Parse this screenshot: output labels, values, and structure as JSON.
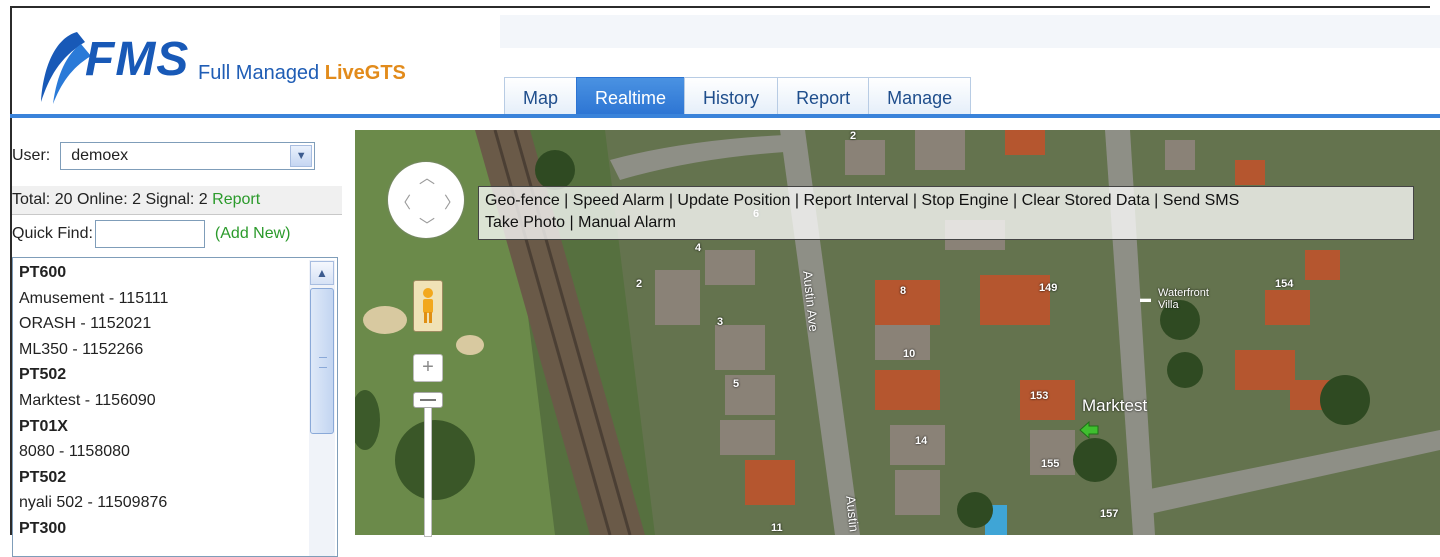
{
  "header": {
    "logo_text": "FMS",
    "tagline_prefix": "Full Managed",
    "tagline_brand": "LiveGTS"
  },
  "tabs": [
    {
      "label": "Map",
      "active": false
    },
    {
      "label": "Realtime",
      "active": true
    },
    {
      "label": "History",
      "active": false
    },
    {
      "label": "Report",
      "active": false
    },
    {
      "label": "Manage",
      "active": false
    }
  ],
  "sidebar": {
    "user_label": "User:",
    "user_value": "demoex",
    "stats": {
      "total": "Total: 20",
      "online": "Online: 2",
      "signal": "Signal: 2",
      "report_link": "Report"
    },
    "quick_find_label": "Quick Find:",
    "quick_find_value": "",
    "add_new_link": "(Add New)",
    "devices": [
      {
        "text": "PT600",
        "group": true
      },
      {
        "text": "Amusement - 115111",
        "group": false
      },
      {
        "text": "ORASH - 1152021",
        "group": false
      },
      {
        "text": "ML350 - 1152266",
        "group": false
      },
      {
        "text": "PT502",
        "group": true
      },
      {
        "text": "Marktest - 1156090",
        "group": false
      },
      {
        "text": "PT01X",
        "group": true
      },
      {
        "text": "8080 - 1158080",
        "group": false
      },
      {
        "text": "PT502",
        "group": true
      },
      {
        "text": "nyali 502 - 11509876",
        "group": false
      },
      {
        "text": "PT300",
        "group": true
      }
    ]
  },
  "map": {
    "commands_line1": [
      "Geo-fence",
      "Speed Alarm",
      "Update Position",
      "Report Interval",
      "Stop Engine",
      "Clear Stored Data",
      "Send SMS"
    ],
    "commands_line2": [
      "Take Photo",
      "Manual Alarm"
    ],
    "separator": " | ",
    "marker_label": "Marktest",
    "place_label_1": "Waterfront",
    "place_label_2": "Villa",
    "street_1": "Austin Ave",
    "street_2": "Austin",
    "house_numbers": [
      "2",
      "4",
      "2",
      "3",
      "5",
      "6",
      "8",
      "10",
      "14",
      "11",
      "149",
      "153",
      "155",
      "157",
      "154"
    ],
    "colors": {
      "accent": "#3a83da",
      "link_green": "#2b9a2b",
      "marker_green": "#3fbf2f"
    }
  }
}
